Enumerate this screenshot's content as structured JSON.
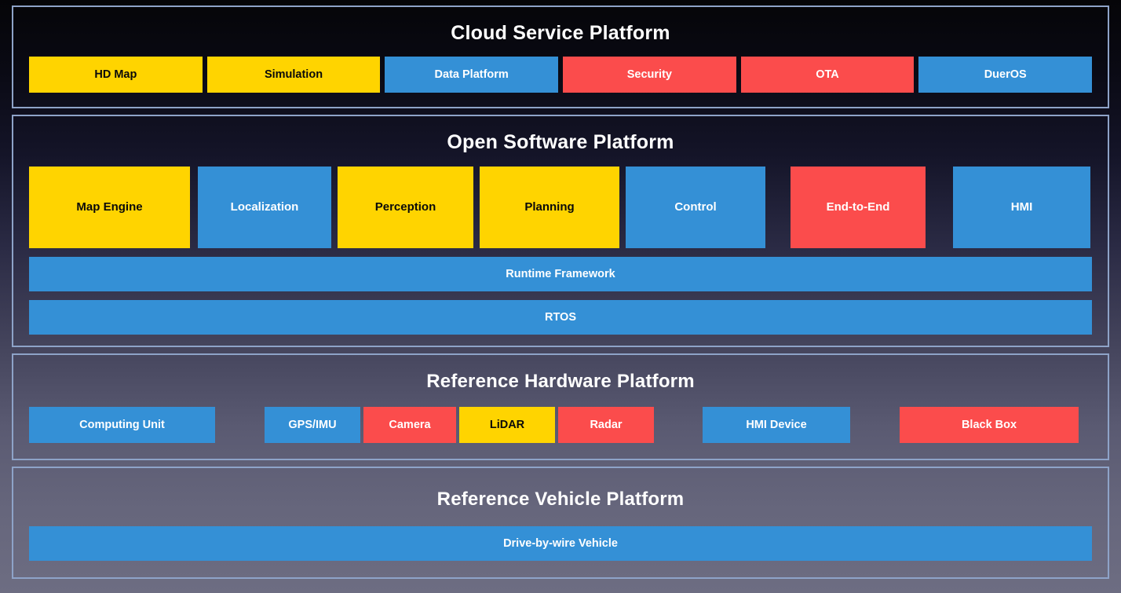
{
  "diagram": {
    "palette": {
      "yellow": "#FFD400",
      "blue": "#3490D6",
      "red": "#FB4C4C",
      "panel_border": "#8EA3C8",
      "background_top": "#050508",
      "background_bottom": "#6D6D82",
      "title_text": "#FFFFFF"
    },
    "layers": [
      {
        "id": "cloud-service-platform",
        "title": "Cloud Service Platform",
        "items": [
          {
            "label": "HD Map",
            "color": "yellow"
          },
          {
            "label": "Simulation",
            "color": "yellow"
          },
          {
            "label": "Data Platform",
            "color": "blue"
          },
          {
            "label": "Security",
            "color": "red"
          },
          {
            "label": "OTA",
            "color": "red"
          },
          {
            "label": "DuerOS",
            "color": "blue"
          }
        ]
      },
      {
        "id": "open-software-platform",
        "title": "Open Software Platform",
        "modules": [
          {
            "label": "Map Engine",
            "color": "yellow"
          },
          {
            "label": "Localization",
            "color": "blue"
          },
          {
            "label": "Perception",
            "color": "yellow"
          },
          {
            "label": "Planning",
            "color": "yellow"
          },
          {
            "label": "Control",
            "color": "blue"
          },
          {
            "label": "End-to-End",
            "color": "red"
          },
          {
            "label": "HMI",
            "color": "blue"
          }
        ],
        "bars": [
          {
            "label": "Runtime Framework",
            "color": "blue"
          },
          {
            "label": "RTOS",
            "color": "blue"
          }
        ]
      },
      {
        "id": "reference-hardware-platform",
        "title": "Reference Hardware Platform",
        "items": [
          {
            "label": "Computing Unit",
            "color": "blue"
          },
          {
            "label": "GPS/IMU",
            "color": "blue"
          },
          {
            "label": "Camera",
            "color": "red"
          },
          {
            "label": "LiDAR",
            "color": "yellow"
          },
          {
            "label": "Radar",
            "color": "red"
          },
          {
            "label": "HMI Device",
            "color": "blue"
          },
          {
            "label": "Black Box",
            "color": "red"
          }
        ]
      },
      {
        "id": "reference-vehicle-platform",
        "title": "Reference Vehicle Platform",
        "items": [
          {
            "label": "Drive-by-wire Vehicle",
            "color": "blue"
          }
        ]
      }
    ]
  }
}
